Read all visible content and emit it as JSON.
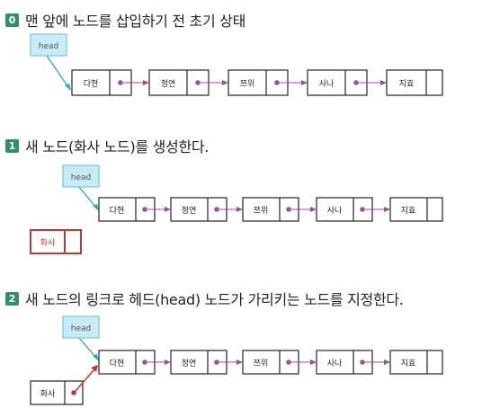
{
  "steps": [
    {
      "badge": "0",
      "title": "맨 앞에 노드를 삽입하기 전 초기 상태",
      "head_label": "head",
      "nodes": [
        "다현",
        "정연",
        "쯔위",
        "사나",
        "지효"
      ],
      "new_node": null
    },
    {
      "badge": "1",
      "title": "새 노드(화사 노드)를 생성한다.",
      "head_label": "head",
      "nodes": [
        "다현",
        "정연",
        "쯔위",
        "사나",
        "지효"
      ],
      "new_node": "화사"
    },
    {
      "badge": "2",
      "title": "새 노드의 링크로 헤드(head) 노드가 가리키는 노드를 지정한다.",
      "head_label": "head",
      "nodes": [
        "다현",
        "정연",
        "쯔위",
        "사나",
        "지효"
      ],
      "new_node": "화사"
    }
  ],
  "colors": {
    "badge": "#2f8f6f",
    "head_fill": "#c8ecf5",
    "head_border": "#62bfd8",
    "head_pointer": "#2aa6c9",
    "link": "#9b4f96",
    "node_border": "#333333",
    "new_node_highlight": "#c0392b",
    "new_link": "#d32f2f"
  }
}
